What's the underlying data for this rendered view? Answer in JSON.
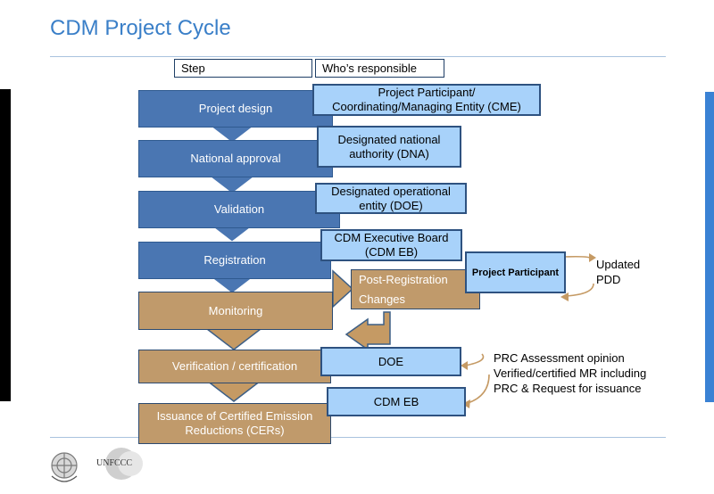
{
  "slide": {
    "title": "CDM Project Cycle"
  },
  "header": {
    "step_label": "Step",
    "responsible_label": "Who’s responsible"
  },
  "steps": [
    {
      "label": "Project design"
    },
    {
      "label": "National approval"
    },
    {
      "label": "Validation"
    },
    {
      "label": "Registration"
    },
    {
      "label": "Monitoring"
    },
    {
      "label": "Verification / certification"
    },
    {
      "label": "Issuance of Certified Emission Reductions (CERs)"
    }
  ],
  "responsible": [
    {
      "label": "Project Participant/ Coordinating/Managing Entity (CME)"
    },
    {
      "label": "Designated national authority (DNA)"
    },
    {
      "label": "Designated operational entity (DOE)"
    },
    {
      "label": "CDM Executive Board (CDM EB)"
    },
    {
      "label": "DOE"
    },
    {
      "label": "CDM EB"
    }
  ],
  "post_registration": {
    "line1": "Post-Registration",
    "line2": "Changes",
    "participant": "Project Participant"
  },
  "notes": {
    "updated_line1": "Updated",
    "updated_line2": "PDD",
    "prc_line1": "PRC Assessment opinion",
    "prc_line2": "Verified/certified MR including",
    "prc_line3": "PRC  & Request for issuance"
  },
  "footer": {
    "logo_text": "UNFCCC"
  },
  "colors": {
    "title": "#3a7fc8",
    "step_blue": "#4a76b2",
    "step_tan": "#c09a6b",
    "responsible_fill": "#a8d2fa",
    "arrow_tan": "#c59a64"
  },
  "icons": [
    "un-emblem-icon",
    "unfccc-logo-icon"
  ]
}
